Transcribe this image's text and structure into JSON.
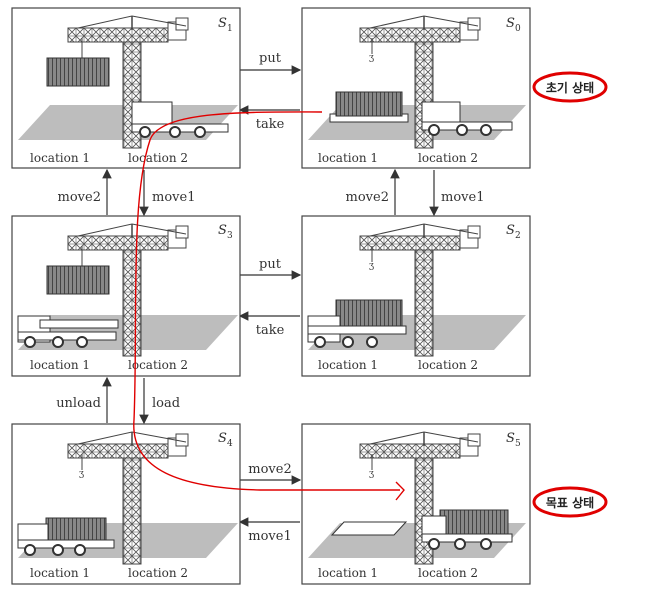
{
  "states": [
    {
      "id": "s1",
      "label": "S",
      "sub": "1",
      "loc1": "location 1",
      "loc2": "location 2"
    },
    {
      "id": "s0",
      "label": "S",
      "sub": "0",
      "loc1": "location 1",
      "loc2": "location 2"
    },
    {
      "id": "s3",
      "label": "S",
      "sub": "3",
      "loc1": "location 1",
      "loc2": "location 2"
    },
    {
      "id": "s2",
      "label": "S",
      "sub": "2",
      "loc1": "location 1",
      "loc2": "location 2"
    },
    {
      "id": "s4",
      "label": "S",
      "sub": "4",
      "loc1": "location 1",
      "loc2": "location 2"
    },
    {
      "id": "s5",
      "label": "S",
      "sub": "5",
      "loc1": "location 1",
      "loc2": "location 2"
    }
  ],
  "actions": {
    "put_top": "put",
    "take_top": "take",
    "move2_left": "move2",
    "move1_left": "move1",
    "move2_right": "move2",
    "move1_right": "move1",
    "put_mid": "put",
    "take_mid": "take",
    "unload": "unload",
    "load": "load",
    "move2_bottom": "move2",
    "move1_bottom": "move1"
  },
  "annotations": {
    "initial_state": "초기 상태",
    "goal_state": "목표 상태",
    "highlight_color": "#e00000"
  }
}
